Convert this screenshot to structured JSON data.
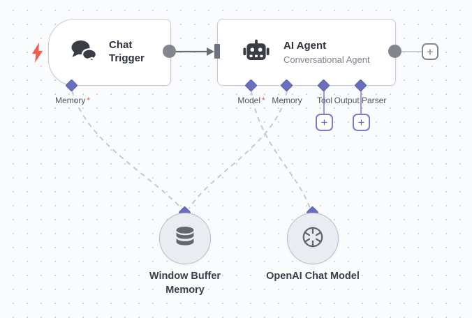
{
  "colors": {
    "accent_purple": "#696ec1",
    "connection_purple": "#9599da",
    "trigger_red": "#f25c4a",
    "required_red": "#e0554d",
    "dashed_connector_gray": "#c5c8d3",
    "main_connector_gray": "#696d78",
    "node_border": "#c7cad7",
    "canvas_background": "#fafbfd"
  },
  "symbols": {
    "plus": "+",
    "required_marker": "*"
  },
  "nodes": {
    "chat_trigger": {
      "title": "Chat Trigger",
      "icon": "chat-bubbles-icon",
      "trigger_icon": "lightning-bolt-icon",
      "ports": {
        "memory": {
          "label": "Memory",
          "required": true
        }
      }
    },
    "ai_agent": {
      "title": "AI Agent",
      "subtitle": "Conversational Agent",
      "icon": "robot-icon",
      "ports": {
        "model": {
          "label": "Model",
          "required": true
        },
        "memory": {
          "label": "Memory",
          "required": false
        },
        "tool": {
          "label": "Tool",
          "required": false
        },
        "output_parser": {
          "label": "Output Parser",
          "required": false
        }
      }
    },
    "window_buffer_memory": {
      "label": "Window Buffer Memory",
      "icon": "database-icon"
    },
    "openai_chat_model": {
      "label": "OpenAI Chat Model",
      "icon": "openai-logo-icon"
    }
  },
  "connections": [
    {
      "from": "chat_trigger.output",
      "to": "ai_agent.input",
      "style": "solid-arrow"
    },
    {
      "from": "window_buffer_memory",
      "to": "chat_trigger.memory",
      "style": "dashed"
    },
    {
      "from": "window_buffer_memory",
      "to": "ai_agent.memory",
      "style": "dashed"
    },
    {
      "from": "openai_chat_model",
      "to": "ai_agent.model",
      "style": "dashed"
    },
    {
      "from": "ai_agent.tool",
      "to": "add-tool-button",
      "style": "purple"
    },
    {
      "from": "ai_agent.output_parser",
      "to": "add-output-parser-button",
      "style": "purple"
    }
  ]
}
